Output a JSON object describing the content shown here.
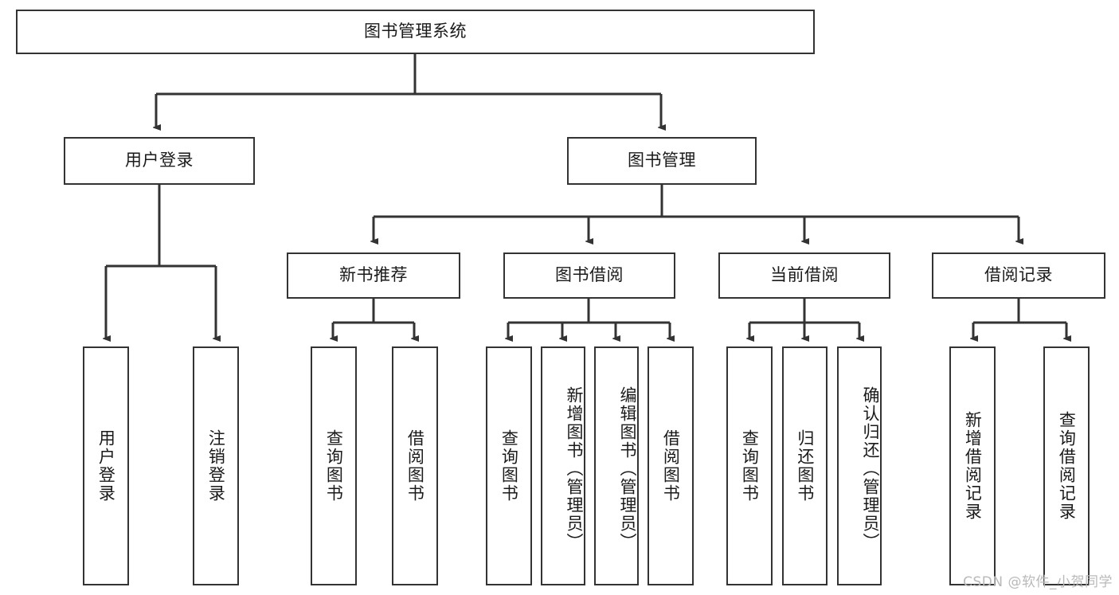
{
  "diagram": {
    "title": "图书管理系统",
    "type": "hierarchy-tree",
    "background_color": "#ffffff",
    "box_border_color": "#333333",
    "text_color": "#1a1a1a",
    "root": {
      "label": "图书管理系统"
    },
    "level1": [
      {
        "label": "用户登录"
      },
      {
        "label": "图书管理"
      }
    ],
    "level2": [
      {
        "label": "新书推荐"
      },
      {
        "label": "图书借阅"
      },
      {
        "label": "当前借阅"
      },
      {
        "label": "借阅记录"
      }
    ],
    "leaves": {
      "user_login": [
        {
          "label": "用户登录"
        },
        {
          "label": "注销登录"
        }
      ],
      "new_book_recommend": [
        {
          "label": "查询图书"
        },
        {
          "label": "借阅图书"
        }
      ],
      "book_borrow": [
        {
          "label": "查询图书"
        },
        {
          "label": "新增图书（管理员）"
        },
        {
          "label": "编辑图书（管理员）"
        },
        {
          "label": "借阅图书"
        }
      ],
      "current_borrow": [
        {
          "label": "查询图书"
        },
        {
          "label": "归还图书"
        },
        {
          "label": "确认归还（管理员）"
        }
      ],
      "borrow_record": [
        {
          "label": "新增借阅记录"
        },
        {
          "label": "查询借阅记录"
        }
      ]
    }
  },
  "watermark": {
    "text": "CSDN @软件_小贺同学"
  }
}
